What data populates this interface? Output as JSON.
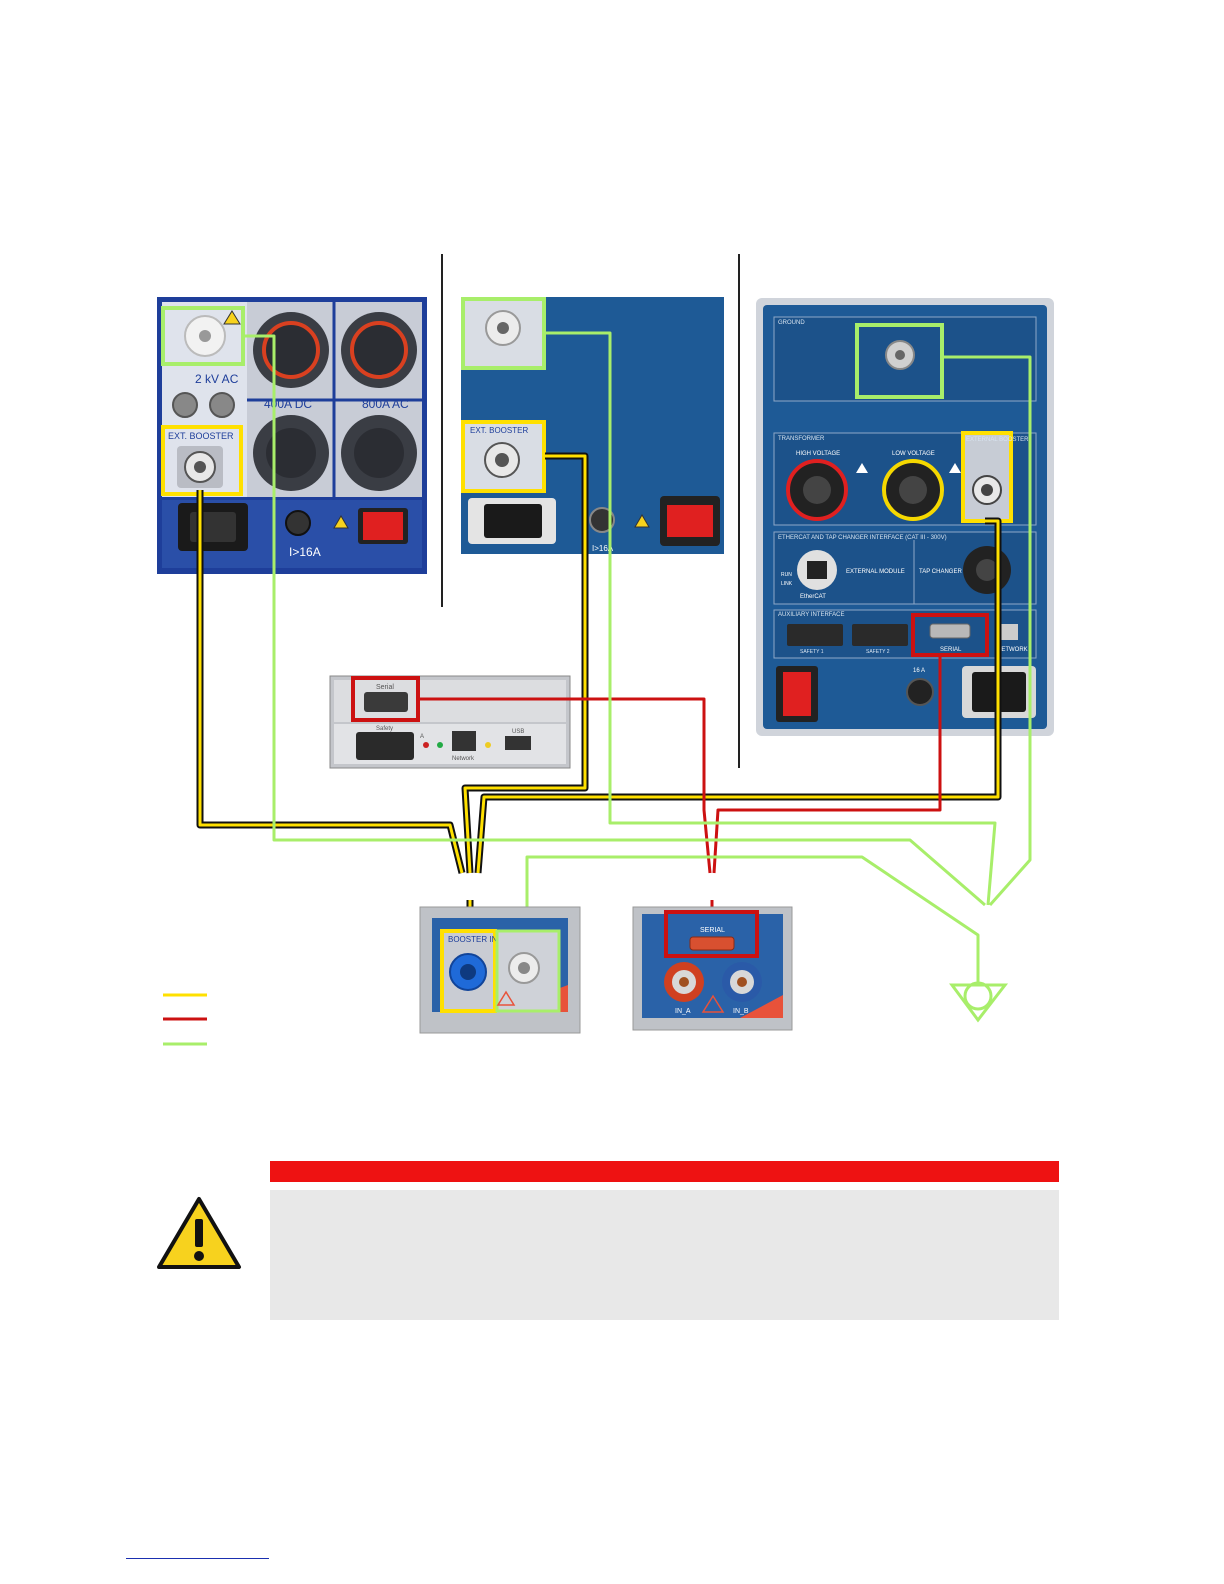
{
  "panel_left": {
    "label_2kv": "2 kV AC",
    "label_ext_booster": "EXT. BOOSTER",
    "label_400a": "400A DC",
    "label_800a": "800A AC",
    "label_i16": "I>16A"
  },
  "panel_mid": {
    "label_ext_booster": "EXT. BOOSTER",
    "label_i16": "I>16A"
  },
  "panel_right": {
    "label_ground": "GROUND",
    "label_transformer": "TRANSFORMER",
    "label_high_voltage": "HIGH VOLTAGE",
    "label_low_voltage": "LOW VOLTAGE",
    "label_external_booster": "EXTERNAL BOOSTER",
    "label_ethercat": "ETHERCAT AND TAP CHANGER INTERFACE (CAT III - 300V)",
    "label_external_module": "EXTERNAL MODULE",
    "label_tap_changer": "TAP CHANGER",
    "label_auxiliary": "AUXILIARY INTERFACE",
    "label_safety1": "SAFETY 1",
    "label_safety2": "SAFETY 2",
    "label_serial": "SERIAL",
    "label_network": "NETWORK",
    "label_16a": "16 A",
    "label_run": "RUN",
    "label_link": "LINK",
    "label_ethercat_logo": "EtherCAT"
  },
  "controller": {
    "label_serial": "Serial",
    "label_safety": "Safety",
    "label_a": "A",
    "label_network": "Network",
    "label_usb": "USB"
  },
  "booster_panel": {
    "label_booster_in": "BOOSTER IN"
  },
  "serial_panel": {
    "label_serial": "SERIAL",
    "label_in_a": "IN_A",
    "label_in_b": "IN_B"
  },
  "colors": {
    "yellow": "#ffe000",
    "red": "#cc1111",
    "green": "#a8ee6a",
    "panel_blue": "#1e4f8f"
  }
}
